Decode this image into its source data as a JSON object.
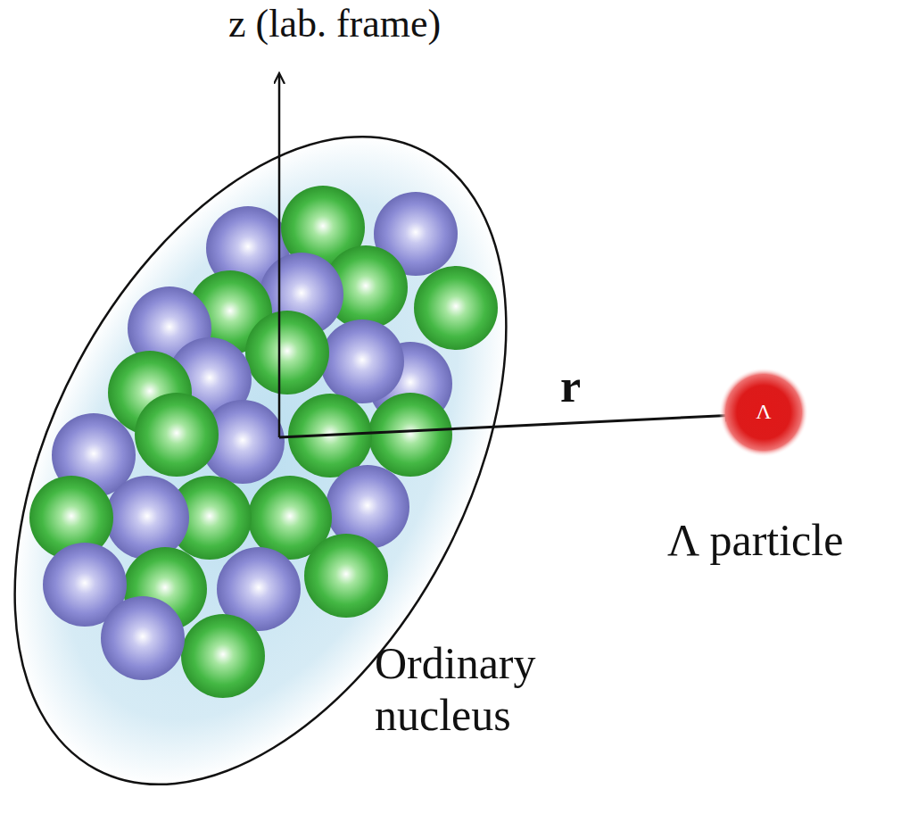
{
  "diagram": {
    "nodes": [
      {
        "text": [
          "Ordinary nucleus"
        ]
      },
      {
        "text": [
          "Λ",
          "Λ particle"
        ]
      }
    ],
    "labels": [
      "z (lab. frame)",
      "r"
    ]
  }
}
